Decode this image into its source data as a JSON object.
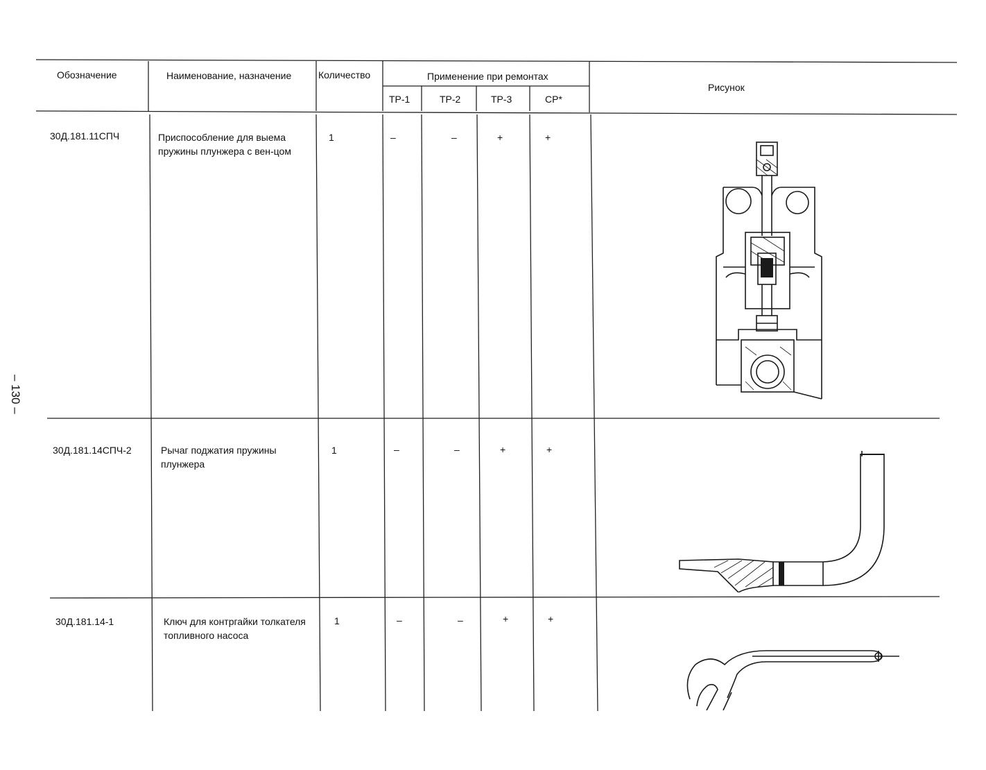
{
  "page_number": "– 130 –",
  "header": {
    "designation": "Обозначение",
    "name": "Наименование, назначение",
    "quantity": "Количество",
    "application": "Применение при ремонтах",
    "tr1": "ТР-1",
    "tr2": "ТР-2",
    "tr3": "ТР-3",
    "sr": "СР*",
    "figure": "Рисунок"
  },
  "rows": [
    {
      "designation": "30Д.181.11СПЧ",
      "name": "Приспособление для выема пружины плунжера с вен-цом",
      "quantity": "1",
      "tr1": "–",
      "tr2": "–",
      "tr3": "+",
      "sr": "+"
    },
    {
      "designation": "30Д.181.14СПЧ-2",
      "name": "Рычаг поджатия пружины плунжера",
      "quantity": "1",
      "tr1": "–",
      "tr2": "–",
      "tr3": "+",
      "sr": "+"
    },
    {
      "designation": "30Д.181.14-1",
      "name": "Ключ для контргайки толкателя топливного насоса",
      "quantity": "1",
      "tr1": "–",
      "tr2": "–",
      "tr3": "+",
      "sr": "+"
    }
  ]
}
